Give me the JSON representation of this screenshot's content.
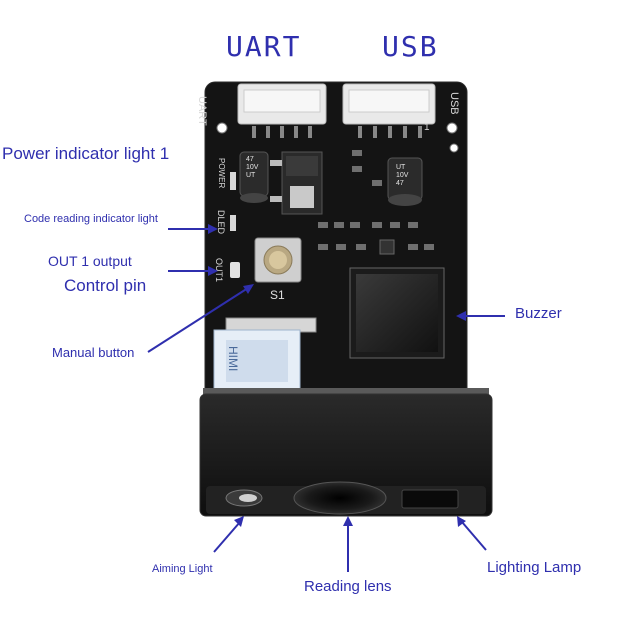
{
  "header": {
    "uart": "UART",
    "usb": "USB"
  },
  "board_text": {
    "uart_silk": "UART",
    "usb_silk": "USB",
    "power_silk": "POWER",
    "dled_silk": "DLED",
    "out1_silk": "OUT1",
    "s1_silk": "S1",
    "cap_left": "47\n10V\nUT",
    "cap_right": "UT\n10V\n47",
    "pin_one": "1",
    "ribbon": "HIMI"
  },
  "callouts": {
    "power_indicator": "Power indicator light 1",
    "code_reading_indicator": "Code reading indicator light",
    "out1_output": "OUT 1 output",
    "control_pin": "Control pin",
    "manual_button": "Manual button",
    "buzzer": "Buzzer",
    "aiming_light": "Aiming Light",
    "reading_lens": "Reading lens",
    "lighting_lamp": "Lighting Lamp"
  },
  "colors": {
    "label": "#2f2fae",
    "pcb": "#141414",
    "housing": "#1a1a1a",
    "connector": "#e9e9e9"
  }
}
